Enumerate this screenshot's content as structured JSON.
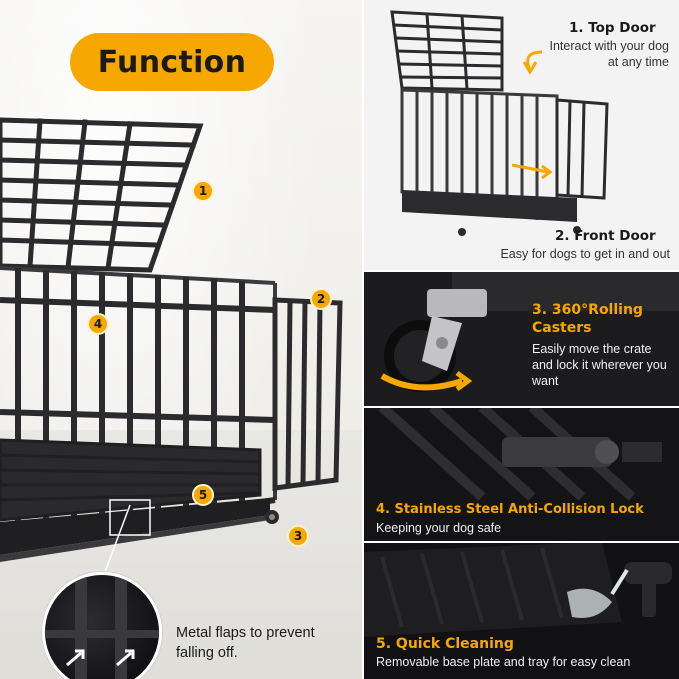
{
  "badge": {
    "label": "Function"
  },
  "markers": [
    "1",
    "2",
    "3",
    "4",
    "5"
  ],
  "inset": {
    "note": "Metal flaps to prevent falling off."
  },
  "features": {
    "top_door": {
      "title": "1. Top Door",
      "desc": "Interact with your dog at any time"
    },
    "front_door": {
      "title": "2. Front Door",
      "desc": "Easy for dogs to get in and out"
    },
    "casters": {
      "title_line1": "3. 360°Rolling",
      "title_line2": "Casters",
      "desc": "Easily move the crate and lock it wherever you want"
    },
    "lock": {
      "title": "4. Stainless Steel Anti-Collision Lock",
      "desc": "Keeping your dog safe"
    },
    "cleaning": {
      "title": "5. Quick Cleaning",
      "desc": "Removable base plate and tray for easy clean"
    }
  },
  "colors": {
    "accent": "#f6a800",
    "cage": "#2b2b2d",
    "dark_panel": "#141416"
  }
}
